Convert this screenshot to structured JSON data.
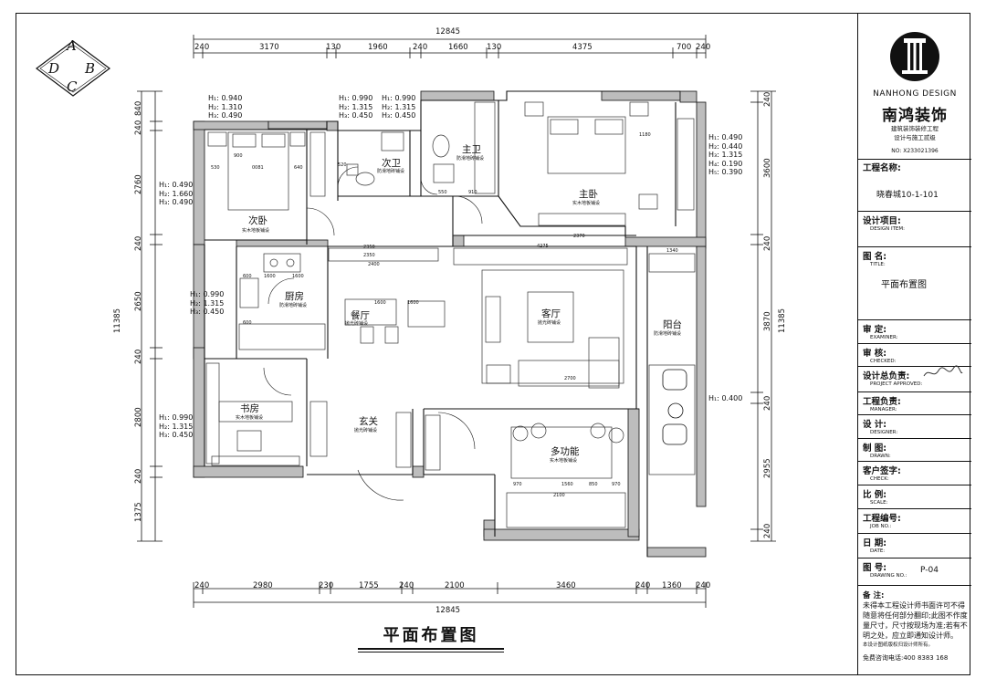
{
  "compass": {
    "a": "A",
    "b": "B",
    "c": "C",
    "d": "D"
  },
  "plan_title": "平面布置图",
  "rooms": {
    "ciwo": {
      "name": "次卧",
      "floor": "实木地板铺设"
    },
    "ciwei": {
      "name": "次卫",
      "floor": "防滑地砖铺设"
    },
    "zhuwei": {
      "name": "主卫",
      "floor": "防滑地砖铺设"
    },
    "zhuwo": {
      "name": "主卧",
      "floor": "实木地板铺设"
    },
    "chufang": {
      "name": "厨房",
      "floor": "防滑地砖铺设"
    },
    "canting": {
      "name": "餐厅",
      "floor": "抛光砖铺设"
    },
    "keting": {
      "name": "客厅",
      "floor": "抛光砖铺设"
    },
    "yangtai": {
      "name": "阳台",
      "floor": "防滑地砖铺设"
    },
    "shufang": {
      "name": "书房",
      "floor": "实木地板铺设"
    },
    "xuanguan": {
      "name": "玄关",
      "floor": "抛光砖铺设"
    },
    "duogongneng": {
      "name": "多功能",
      "floor": "实木地板铺设"
    }
  },
  "heights": {
    "ciwo_top": [
      "H₁: 0.940",
      "H₂: 1.310",
      "H₃: 0.490"
    ],
    "ciwei": [
      "H₁: 0.990",
      "H₂: 1.315",
      "H₃: 0.450"
    ],
    "zhuwei": [
      "H₁: 0.990",
      "H₂: 1.315",
      "H₃: 0.450"
    ],
    "ciwo_left": [
      "H₁: 0.490",
      "H₂: 1.660",
      "H₃: 0.490"
    ],
    "zhuwo": [
      "H₁: 0.490",
      "H₂: 0.440",
      "H₃: 1.315",
      "H₄: 0.190",
      "H₅: 0.390"
    ],
    "chufang": [
      "H₁: 0.990",
      "H₂: 1.315",
      "H₃: 0.450"
    ],
    "shufang": [
      "H₁: 0.990",
      "H₂: 1.315",
      "H₃: 0.450"
    ],
    "yangtai": "H₁: 0.400"
  },
  "dims": {
    "top_total": "12845",
    "top": [
      "240",
      "3170",
      "130",
      "1960",
      "240",
      "1660",
      "130",
      "4375",
      "700",
      "240"
    ],
    "bottom": [
      "240",
      "2980",
      "230",
      "1755",
      "240",
      "2100",
      "3460",
      "240",
      "1360",
      "240"
    ],
    "bottom_total": "12845",
    "left": [
      "840",
      "240",
      "2760",
      "240",
      "2650",
      "240",
      "2800",
      "240",
      "1375"
    ],
    "left_total": "11385",
    "right": [
      "240",
      "3600",
      "240",
      "3870",
      "240",
      "2955",
      "240"
    ],
    "right_total": "11385",
    "interior": [
      "900",
      "0081",
      "640",
      "530",
      "1600",
      "1600",
      "2350",
      "2350",
      "600",
      "1600",
      "600",
      "2400",
      "1600",
      "520",
      "550",
      "910",
      "970",
      "2370",
      "4275",
      "2700",
      "1560",
      "850",
      "970",
      "2100",
      "1180",
      "1340"
    ]
  },
  "title_block": {
    "logo_en": "NANHONG DESIGN",
    "logo_cn": "南鸿装饰",
    "logo_sub1": "建筑装饰装修工程",
    "logo_sub2": "设计与施工贰级",
    "logo_no": "NO: X233021396",
    "rows": [
      {
        "label": "工程名称:",
        "en": "",
        "value": "晓春城10-1-101"
      },
      {
        "label": "设计项目:",
        "en": "DESIGN ITEM:",
        "value": ""
      },
      {
        "label": "图  名:",
        "en": "TITLE:",
        "value": "平面布置图"
      },
      {
        "label": "审    定:",
        "en": "EXAMINER:",
        "value": ""
      },
      {
        "label": "审    核:",
        "en": "CHECKED:",
        "value": ""
      },
      {
        "label": "设计总负责:",
        "en": "PROJECT APPROVED:",
        "value": ""
      },
      {
        "label": "工程负责:",
        "en": "MANAGER:",
        "value": ""
      },
      {
        "label": "设    计:",
        "en": "DESIGNER:",
        "value": ""
      },
      {
        "label": "制    图:",
        "en": "DRAWN:",
        "value": ""
      },
      {
        "label": "客户签字:",
        "en": "CHECK:",
        "value": ""
      },
      {
        "label": "比    例:",
        "en": "SCALE:",
        "value": ""
      },
      {
        "label": "工程编号:",
        "en": "JOB NO.:",
        "value": ""
      },
      {
        "label": "日    期:",
        "en": "DATE:",
        "value": ""
      },
      {
        "label": "图    号:",
        "en": "DRAWING NO.:",
        "value": "P-04"
      }
    ],
    "notes_head": "备  注:",
    "notes": "未得本工程设计师书面许可不得随意将任何部分翻印;此图不作度量尺寸，尺寸按现场为准;若有不明之处，应立即通知设计师。",
    "notes_small": "本设计图纸版权归设计师所有。",
    "tel": "免费咨询电话:400 8383 168"
  },
  "signature": "王XX"
}
